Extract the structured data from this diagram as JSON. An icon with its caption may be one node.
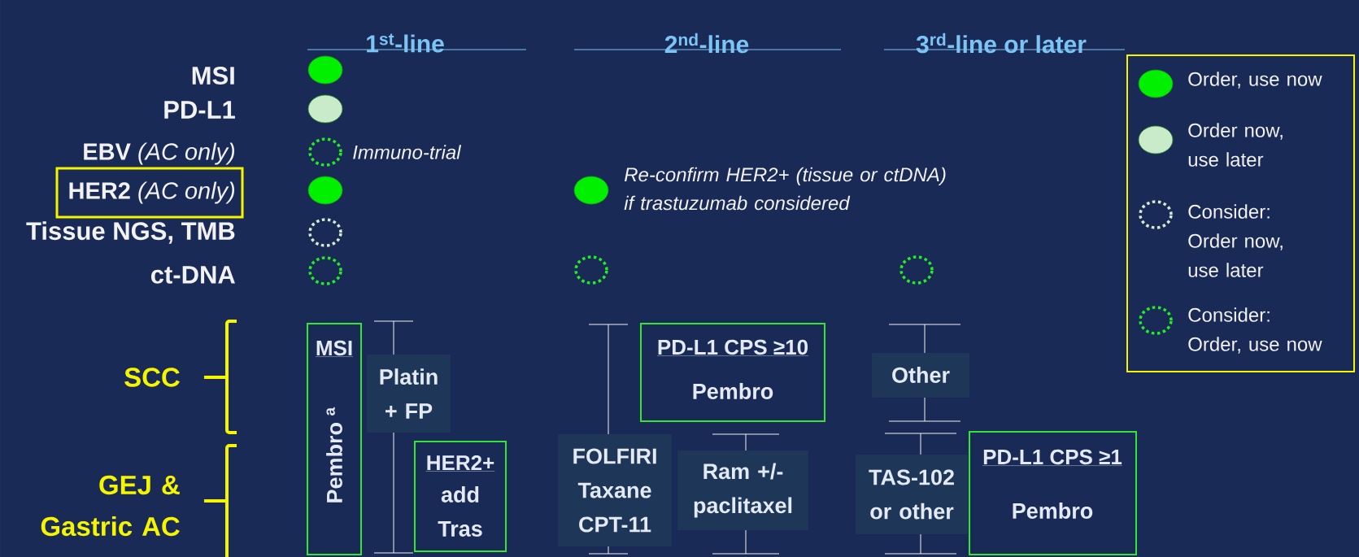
{
  "diagram": {
    "nodes": [
      {
        "text": [
          "**HER2** *(AC only)*"
        ]
      },
      {
        "text": [
          "MSI",
          "Pembro $^{a}$"
        ]
      },
      {
        "text": [
          "Platin + FP"
        ]
      },
      {
        "text": [
          "HER2+",
          "add Tras"
        ]
      },
      {
        "text": [
          "PD-L1 CPS ≥10",
          "Pembro"
        ]
      },
      {
        "text": [
          "FOLFIRI Taxane CPT-11"
        ]
      },
      {
        "text": [
          "Ram +/- paclitaxel"
        ]
      },
      {
        "text": [
          "Other"
        ]
      },
      {
        "text": [
          "TAS-102 or other"
        ]
      },
      {
        "text": [
          "PD-L1 CPS ≥1",
          "Pembro"
        ]
      }
    ],
    "labels": [
      "1$^{st}$-line",
      "2$^{nd}$-line",
      "3$^{rd}$-line or later",
      "MSI",
      "PD-L1",
      "**EBV** *(AC only)*",
      "Immuno-trial",
      "Re-confirm HER2+ (tissue or ctDNA) if trastuzumab considered",
      "Tissue NGS, TMB",
      "ct-DNA",
      "SCC",
      "GEJ & Gastric AC"
    ],
    "legend": [
      {
        "text": "Order, use now",
        "color": "#00f000"
      },
      {
        "text": "Order now, use later",
        "color": "#c9ebc9"
      },
      {
        "text": "Consider: Order now, use later"
      },
      {
        "text": "Consider: Order, use now"
      }
    ]
  }
}
